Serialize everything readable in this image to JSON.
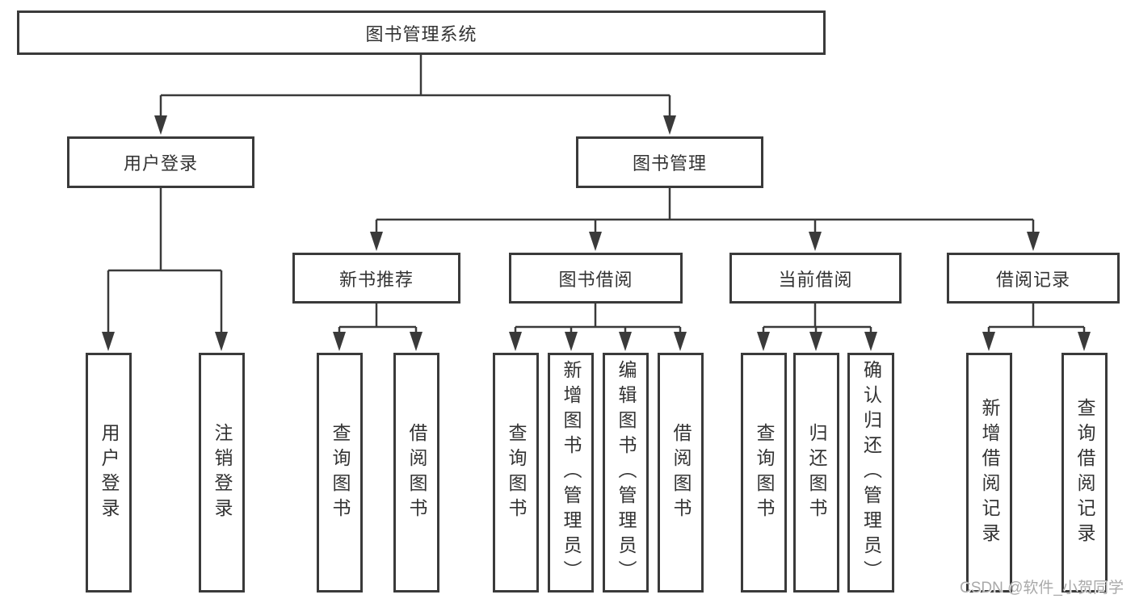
{
  "colors": {
    "line": "#3a3a3a",
    "text": "#333333",
    "background": "#ffffff",
    "watermark": "#a9a9a9"
  },
  "tree": {
    "label": "图书管理系统",
    "children": [
      {
        "label": "用户登录",
        "children": [
          {
            "label": "用户登录"
          },
          {
            "label": "注销登录"
          }
        ]
      },
      {
        "label": "图书管理",
        "children": [
          {
            "label": "新书推荐",
            "children": [
              {
                "label": "查询图书"
              },
              {
                "label": "借阅图书"
              }
            ]
          },
          {
            "label": "图书借阅",
            "children": [
              {
                "label": "查询图书"
              },
              {
                "label": "新增图书（管理员）"
              },
              {
                "label": "编辑图书（管理员）"
              },
              {
                "label": "借阅图书"
              }
            ]
          },
          {
            "label": "当前借阅",
            "children": [
              {
                "label": "查询图书"
              },
              {
                "label": "归还图书"
              },
              {
                "label": "确认归还（管理员）"
              }
            ]
          },
          {
            "label": "借阅记录",
            "children": [
              {
                "label": "新增借阅记录"
              },
              {
                "label": "查询借阅记录"
              }
            ]
          }
        ]
      }
    ]
  },
  "watermark": {
    "text": "CSDN @软件_小贺同学"
  }
}
